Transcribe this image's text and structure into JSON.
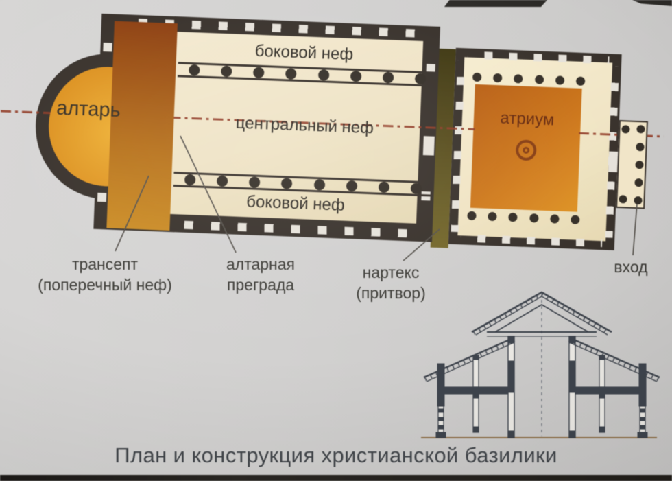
{
  "slide": {
    "caption": "План и конструкция христианской базилики"
  },
  "plan": {
    "altar_label": "алтарь",
    "side_nave_top_label": "боковой неф",
    "central_nave_label": "центральный неф",
    "side_nave_bottom_label": "боковой неф",
    "atrium_label": "атриум",
    "fountain_icon": "double-circle fountain symbol"
  },
  "callouts": {
    "transept": {
      "line1": "трансепт",
      "line2": "(поперечный неф)"
    },
    "altar_screen": {
      "line1": "алтарная",
      "line2": "преграда"
    },
    "narthex": {
      "line1": "нартекс",
      "line2": "(притвор)"
    },
    "entrance": {
      "line1": "вход"
    }
  },
  "colors": {
    "wall": "#37302a",
    "nave_floor": "#efe3c4",
    "apse_altar": "#e69c20",
    "transept_top": "#8f3d0e",
    "transept_bottom": "#cd8c1f",
    "atrium_courtyard": "#d47c17",
    "narthex": "#5f5420",
    "axis_line": "#963a24",
    "section_ink": "#3e444d",
    "photo_background": "#cecdcc"
  }
}
